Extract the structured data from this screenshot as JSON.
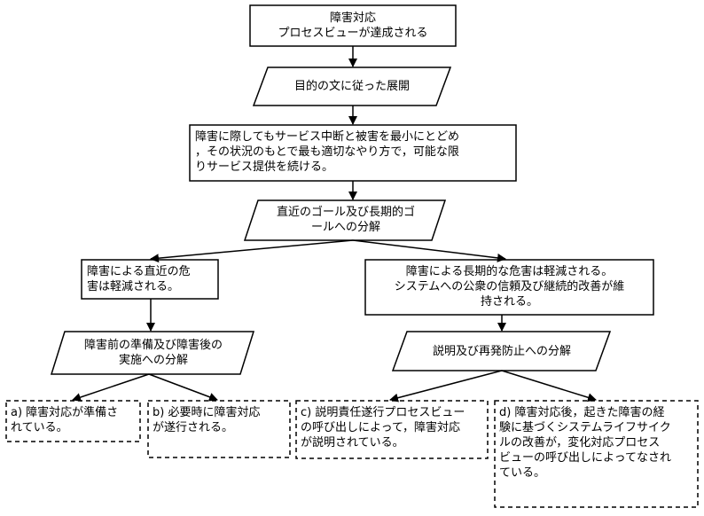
{
  "nodes": {
    "top_goal": "障害対応\nプロセスビューが達成される",
    "expansion": "目的の文に従った展開",
    "objective": "障害に際してもサービス中断と被害を最小にとどめ\n，その状況のもとで最も適切なやり方で，可能な限\nりサービス提供を続ける。",
    "decomp_goal": "直近のゴール及び長期的ゴ\nールへの分解",
    "short_term": "障害による直近の危\n害は軽減される。",
    "long_term": "障害による長期的な危害は軽減される。\nシステムへの公衆の信頼及び継続的改善が維\n持される。",
    "decomp_before_after": "障害前の準備及び障害後の\n実施への分解",
    "decomp_accountability": "説明及び再発防止への分解",
    "leaf_a": "a) 障害対応が準備さ\nれている。",
    "leaf_b": "b) 必要時に障害対応\nが遂行される。",
    "leaf_c": "c) 説明責任遂行プロセスビュー\nの呼び出しによって，障害対応\nが説明されている。",
    "leaf_d": "d) 障害対応後，起きた障害の経\n験に基づくシステムライフサイク\nルの改善が，変化対応プロセス\nビューの呼び出しによってなされ\nている。"
  }
}
